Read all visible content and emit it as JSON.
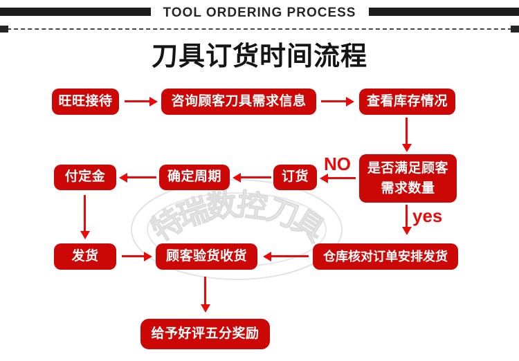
{
  "header": {
    "eyebrow": "TOOL ORDERING PROCESS",
    "title": "刀具订货时间流程"
  },
  "flow": {
    "nodes": {
      "wangwang": "旺旺接待",
      "consult": "咨询顾客刀具需求信息",
      "check_stock": "查看库存情况",
      "satisfy_line1": "是否满足顾客",
      "satisfy_line2": "需求数量",
      "order": "订货",
      "cycle": "确定周期",
      "deposit": "付定金",
      "ship": "发货",
      "inspect": "顾客验货收货",
      "warehouse": "仓库核对订单安排发货",
      "praise": "给予好评五分奖励"
    },
    "branch_labels": {
      "no": "NO",
      "yes": "yes"
    }
  },
  "watermark": {
    "text": "特瑞数控刀具",
    "chars": [
      "特",
      "瑞",
      "数",
      "控",
      "刀",
      "具"
    ]
  },
  "colors": {
    "box_red": "#cc0807",
    "arrow_red": "#ea0a0a",
    "bar_black": "#1c1c1c"
  }
}
